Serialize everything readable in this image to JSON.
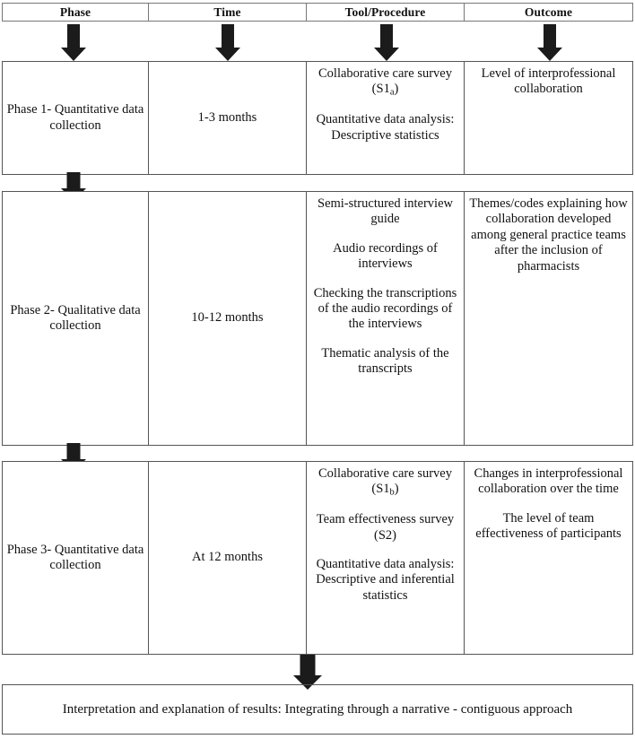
{
  "header": {
    "columns": [
      {
        "label": "Phase"
      },
      {
        "label": "Time"
      },
      {
        "label": "Tool/Procedure"
      },
      {
        "label": "Outcome"
      }
    ]
  },
  "phases": [
    {
      "phase": "Phase 1- Quantitative data collection",
      "time": "1-3 months",
      "tools": [
        "Collaborative care survey (S1a)",
        "Quantitative data analysis: Descriptive statistics"
      ],
      "tools_parts": {
        "t1_a": "Collaborative care survey (S1",
        "t1_sub": "a",
        "t1_b": ")",
        "t2": "Quantitative data analysis: Descriptive statistics"
      },
      "outcomes": [
        "Level of interprofessional collaboration"
      ]
    },
    {
      "phase": "Phase 2- Qualitative data collection",
      "time": "10-12 months",
      "tools": [
        "Semi-structured interview guide",
        "Audio recordings of interviews",
        "Checking the transcriptions of the audio recordings of the interviews",
        "Thematic analysis of the transcripts"
      ],
      "outcomes": [
        "Themes/codes explaining how collaboration developed among general practice teams after the inclusion of pharmacists"
      ]
    },
    {
      "phase": "Phase 3- Quantitative data collection",
      "time": "At 12 months",
      "tools": [
        "Collaborative care survey (S1b)",
        "Team effectiveness survey (S2)",
        "Quantitative data analysis: Descriptive and inferential statistics"
      ],
      "tools_parts": {
        "t1_a": "Collaborative care survey (S1",
        "t1_sub": "b",
        "t1_b": ")",
        "t2": "Team effectiveness survey (S2)",
        "t3": "Quantitative data analysis: Descriptive and inferential statistics"
      },
      "outcomes": [
        "Changes in interprofessional collaboration over the time",
        "The level of team effectiveness of participants"
      ]
    }
  ],
  "conclusion": {
    "text": "Interpretation and explanation of results: Integrating through a narrative - contiguous approach"
  },
  "colors": {
    "arrow": "#1b1b1b",
    "border": "#555555",
    "header_border": "#777777",
    "text": "#111111",
    "background": "#ffffff"
  }
}
